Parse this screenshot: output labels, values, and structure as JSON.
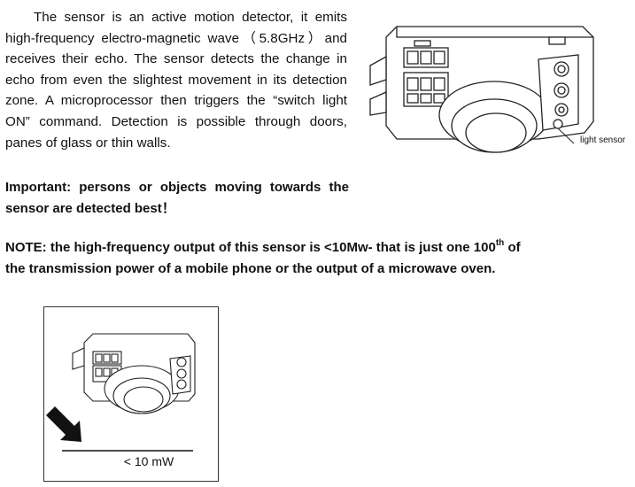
{
  "description_lines": [
    "The sensor is an active motion detector, it emits",
    "high-frequency electro-magnetic wave（5.8GHz）and",
    "receives their echo. The sensor detects the change in",
    "echo from even the slightest movement in its detection",
    "zone. A microprocessor then triggers the “switch light",
    "ON” command. Detection is possible through doors,",
    "panes of glass or thin walls."
  ],
  "important_lines": [
    "Important: persons or objects moving towards the",
    "sensor are detected best！"
  ],
  "note": {
    "before_sup": "NOTE: the high-frequency output of this sensor is <10Mw- that is just one 100",
    "sup": "th",
    "after_sup": " of",
    "line2": "the transmission power of a mobile phone or the output of a microwave oven."
  },
  "figure_labels": {
    "light_sensor": "light sensor",
    "power_label": "< 10 mW"
  }
}
